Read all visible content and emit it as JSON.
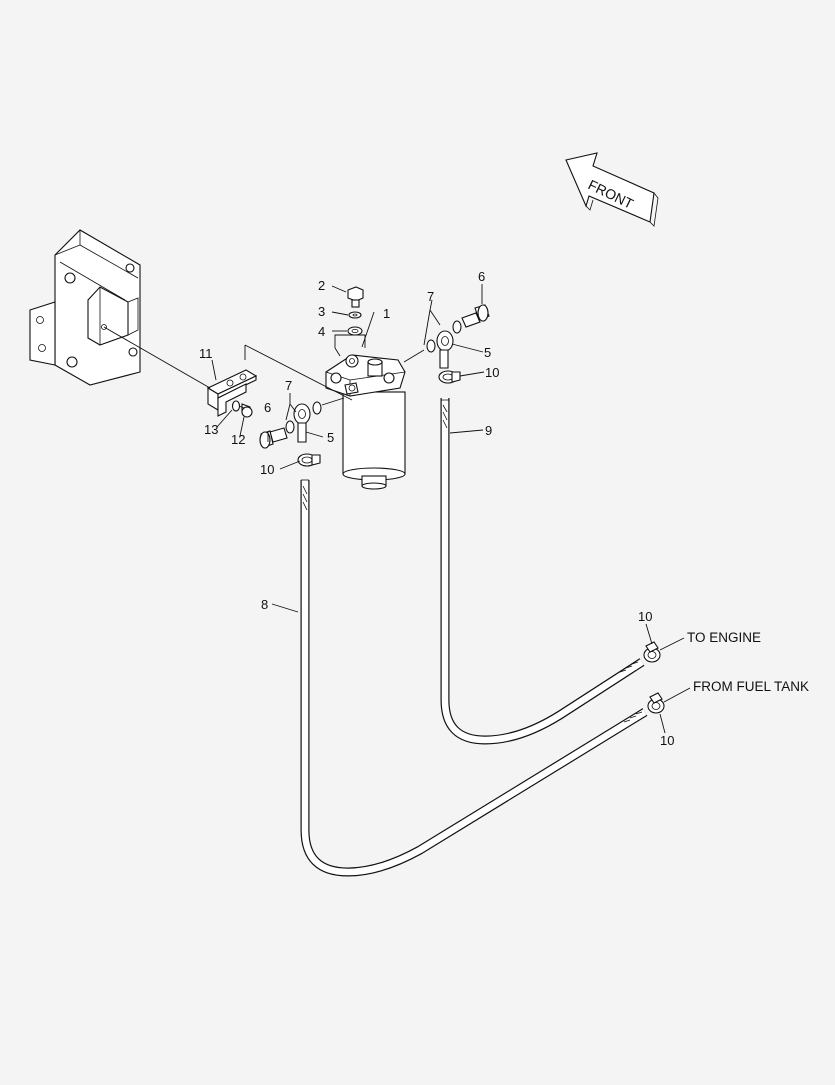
{
  "callouts": {
    "c1": "1",
    "c2": "2",
    "c3": "3",
    "c4": "4",
    "c5a": "5",
    "c5b": "5",
    "c6a": "6",
    "c6b": "6",
    "c7a": "7",
    "c7b": "7",
    "c8": "8",
    "c9": "9",
    "c10a": "10",
    "c10b": "10",
    "c10c": "10",
    "c10d": "10",
    "c11": "11",
    "c12": "12",
    "c13": "13"
  },
  "notes": {
    "to_engine": "TO ENGINE",
    "from_fuel_tank": "FROM FUEL TANK"
  },
  "front_arrow": {
    "label": "FRONT"
  }
}
